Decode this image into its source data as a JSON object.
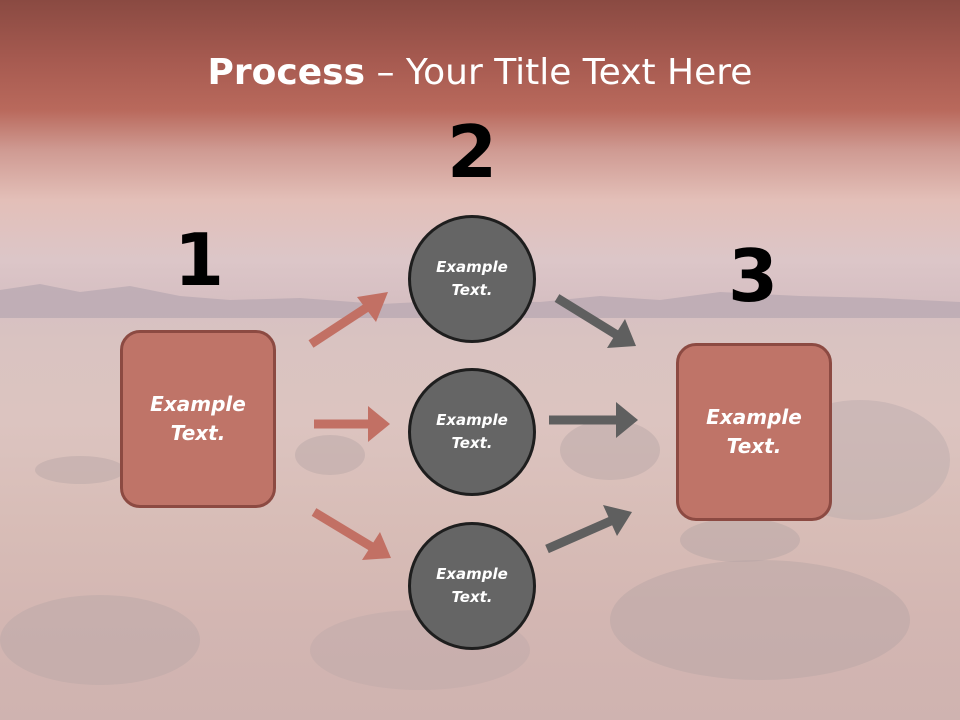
{
  "slide": {
    "title_bold": "Process",
    "title_rest": " – Your Title Text Here"
  },
  "steps": [
    {
      "number": "1",
      "box_text": "Example Text."
    },
    {
      "number": "2",
      "circles": [
        "Example Text.",
        "Example Text.",
        "Example Text."
      ]
    },
    {
      "number": "3",
      "box_text": "Example Text."
    }
  ],
  "colors": {
    "box_fill": "#bf7468",
    "box_border": "#8c4a42",
    "circle_fill": "#656565",
    "circle_border": "#1e1e1e",
    "arrow_left": "#c27064",
    "arrow_right": "#5f5f5f"
  }
}
